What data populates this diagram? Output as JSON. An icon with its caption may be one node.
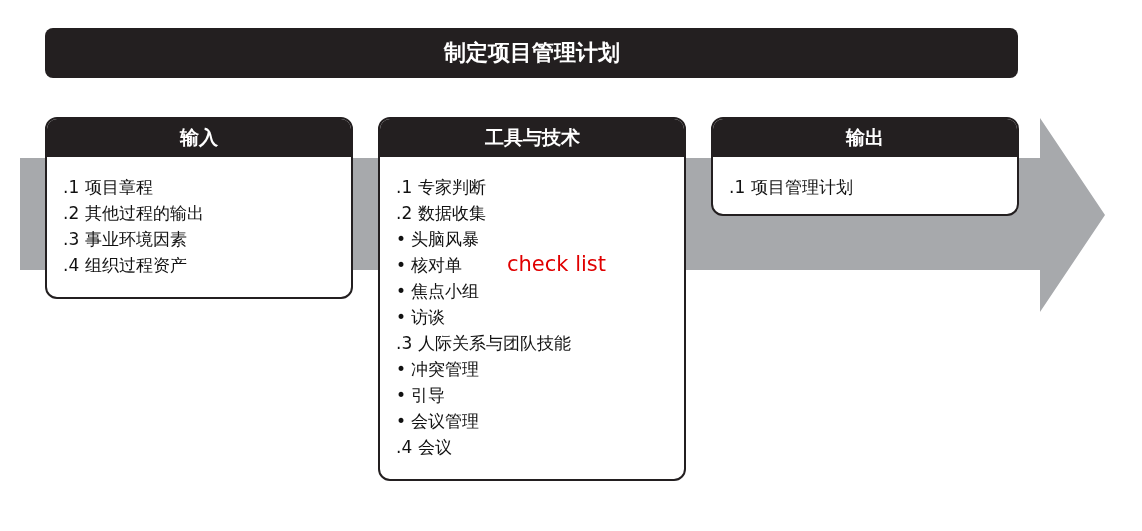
{
  "diagram": {
    "nodes": [
      {
        "text": [
          "制定项目管理计划"
        ]
      },
      {
        "text": [
          "输入",
          ".1 项目章程",
          ".2 其他过程的输出",
          ".3 事业环境因素",
          ".4 组织过程资产"
        ]
      },
      {
        "text": [
          "工具与技术",
          ".1 专家判断",
          ".2 数据收集",
          "• 头脑风暴",
          "• 核对单",
          "• 焦点小组",
          "• 访谈",
          ".3 人际关系与团队技能",
          "• 冲突管理",
          "• 引导",
          "• 会议管理",
          ".4 会议"
        ]
      },
      {
        "text": [
          "输出",
          ".1 项目管理计划"
        ]
      }
    ],
    "labels": [
      "check list"
    ]
  }
}
